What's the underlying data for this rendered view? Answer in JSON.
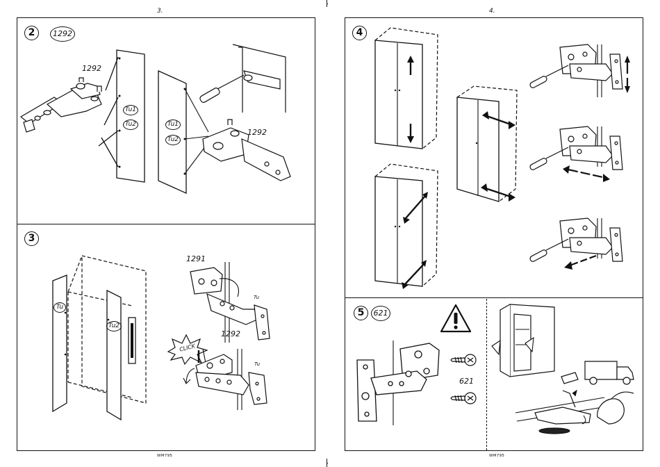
{
  "pages": {
    "left": {
      "page_number": "3.",
      "footer": "WM795"
    },
    "right": {
      "page_number": "4.",
      "footer": "WM795"
    }
  },
  "steps": {
    "s2": {
      "number": "2",
      "part_code": "1292",
      "hinge_label_a": "1292",
      "hinge_label_b": "1292",
      "markers": [
        "Tu1",
        "Tu2"
      ],
      "markers_b": [
        "Tu1",
        "Tu2"
      ]
    },
    "s3": {
      "number": "3",
      "code_top": "1291",
      "code_bottom": "1292",
      "click": "CLICK",
      "door_left": "Tu",
      "door_right": "Tu2",
      "hinge_tag_a": "Tu",
      "hinge_tag_b": "Tu"
    },
    "s4": {
      "number": "4"
    },
    "s5": {
      "number": "5",
      "part_code": "621",
      "screw_code": "621"
    }
  },
  "icons": [
    "warning-triangle-icon",
    "screwdriver-icon",
    "hinge-icon",
    "screw-icon",
    "truck-icon",
    "hand-icon"
  ]
}
